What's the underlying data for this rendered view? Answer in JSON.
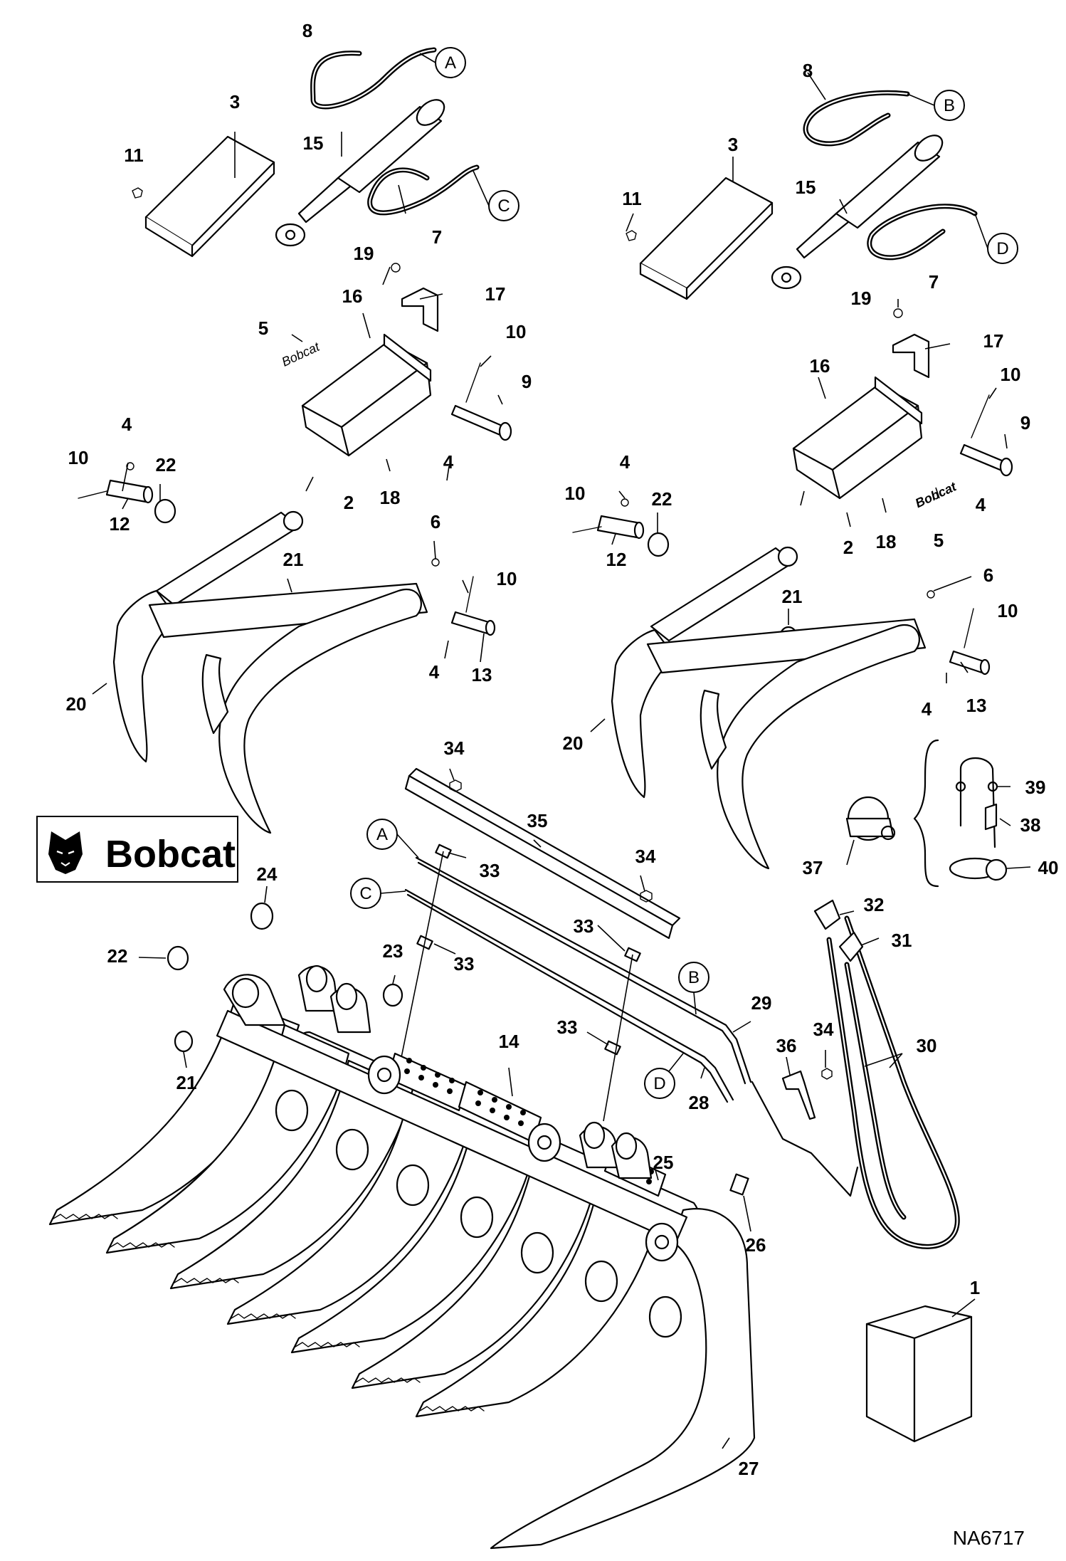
{
  "logo": {
    "text": "Bobcat"
  },
  "drawing_number": "NA6717",
  "connectors": {
    "a": "A",
    "b": "B",
    "c": "C",
    "d": "D"
  },
  "callouts": {
    "l8": "8",
    "l3": "3",
    "l11": "11",
    "l15": "15",
    "l7": "7",
    "l19": "19",
    "l17": "17",
    "l16": "16",
    "l5": "5",
    "l10a": "10",
    "l9": "9",
    "l4a": "4",
    "l10b": "10",
    "l22": "22",
    "l12": "12",
    "l18": "18",
    "l4b": "4",
    "l2": "2",
    "l6": "6",
    "l21": "21",
    "l10c": "10",
    "l4c": "4",
    "l13": "13",
    "l20": "20",
    "r8": "8",
    "r3": "3",
    "r11": "11",
    "r15": "15",
    "r7": "7",
    "r19": "19",
    "r17": "17",
    "r16": "16",
    "r10a": "10",
    "r9": "9",
    "r4a": "4",
    "r10b": "10",
    "r22": "22",
    "r12": "12",
    "r18": "18",
    "r5": "5",
    "r4b": "4",
    "r2": "2",
    "r6": "6",
    "r21": "21",
    "r10c": "10",
    "r4c": "4",
    "r13": "13",
    "r20": "20",
    "b34a": "34",
    "b35": "35",
    "b33a": "33",
    "b34b": "34",
    "b33b": "33",
    "b33c": "33",
    "b24": "24",
    "b22": "22",
    "b23": "23",
    "b21": "21",
    "b14": "14",
    "b33d": "33",
    "b29": "29",
    "b28": "28",
    "b25": "25",
    "b26": "26",
    "b27": "27",
    "b32": "32",
    "b31": "31",
    "b30": "30",
    "b36": "36",
    "b34c": "34",
    "b37": "37",
    "b39": "39",
    "b38": "38",
    "b40": "40",
    "b1": "1"
  }
}
